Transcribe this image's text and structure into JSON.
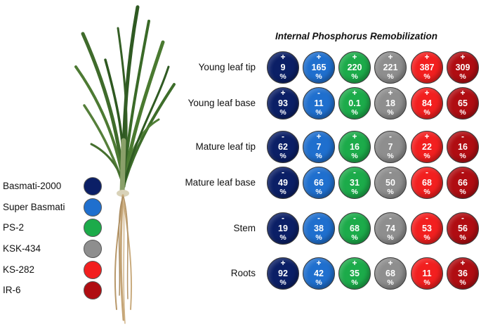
{
  "title": "Internal Phosphorus Remobilization",
  "legend": [
    {
      "label": "Basmati-2000",
      "color": "#0b1f66"
    },
    {
      "label": "Super Basmati",
      "color": "#1f6fce"
    },
    {
      "label": "PS-2",
      "color": "#1cab4a"
    },
    {
      "label": "KSK-434",
      "color": "#8e8e8e"
    },
    {
      "label": "KS-282",
      "color": "#f21f1f"
    },
    {
      "label": "IR-6",
      "color": "#b00d12"
    }
  ],
  "rows": [
    {
      "label": "Young leaf tip",
      "cells": [
        {
          "sign": "+",
          "value": "9",
          "unit": "%"
        },
        {
          "sign": "+",
          "value": "165",
          "unit": "%"
        },
        {
          "sign": "+",
          "value": "220",
          "unit": "%"
        },
        {
          "sign": "+",
          "value": "221",
          "unit": "%"
        },
        {
          "sign": "+",
          "value": "387",
          "unit": "%"
        },
        {
          "sign": "+",
          "value": "309",
          "unit": "%"
        }
      ]
    },
    {
      "label": "Young leaf base",
      "cells": [
        {
          "sign": "+",
          "value": "93",
          "unit": "%"
        },
        {
          "sign": "-",
          "value": "11",
          "unit": "%"
        },
        {
          "sign": "+",
          "value": "0.1",
          "unit": "%"
        },
        {
          "sign": "+",
          "value": "18",
          "unit": "%"
        },
        {
          "sign": "+",
          "value": "84",
          "unit": "%"
        },
        {
          "sign": "+",
          "value": "65",
          "unit": "%"
        }
      ]
    },
    {
      "label": "Mature leaf tip",
      "cells": [
        {
          "sign": "-",
          "value": "62",
          "unit": "%"
        },
        {
          "sign": "+",
          "value": "7",
          "unit": "%"
        },
        {
          "sign": "+",
          "value": "16",
          "unit": "%"
        },
        {
          "sign": "-",
          "value": "7",
          "unit": "%"
        },
        {
          "sign": "+",
          "value": "22",
          "unit": "%"
        },
        {
          "sign": "-",
          "value": "16",
          "unit": "%"
        }
      ]
    },
    {
      "label": "Mature leaf base",
      "cells": [
        {
          "sign": "-",
          "value": "49",
          "unit": "%"
        },
        {
          "sign": "-",
          "value": "66",
          "unit": "%"
        },
        {
          "sign": "-",
          "value": "31",
          "unit": "%"
        },
        {
          "sign": "-",
          "value": "50",
          "unit": "%"
        },
        {
          "sign": "-",
          "value": "68",
          "unit": "%"
        },
        {
          "sign": "-",
          "value": "66",
          "unit": "%"
        }
      ]
    },
    {
      "label": "Stem",
      "cells": [
        {
          "sign": "-",
          "value": "19",
          "unit": "%"
        },
        {
          "sign": "-",
          "value": "38",
          "unit": "%"
        },
        {
          "sign": "-",
          "value": "68",
          "unit": "%"
        },
        {
          "sign": "-",
          "value": "74",
          "unit": "%"
        },
        {
          "sign": "-",
          "value": "53",
          "unit": "%"
        },
        {
          "sign": "-",
          "value": "56",
          "unit": "%"
        }
      ]
    },
    {
      "label": "Roots",
      "cells": [
        {
          "sign": "+",
          "value": "92",
          "unit": "%"
        },
        {
          "sign": "+",
          "value": "42",
          "unit": "%"
        },
        {
          "sign": "+",
          "value": "35",
          "unit": "%"
        },
        {
          "sign": "+",
          "value": "68",
          "unit": "%"
        },
        {
          "sign": "-",
          "value": "11",
          "unit": "%"
        },
        {
          "sign": "+",
          "value": "36",
          "unit": "%"
        }
      ]
    }
  ]
}
